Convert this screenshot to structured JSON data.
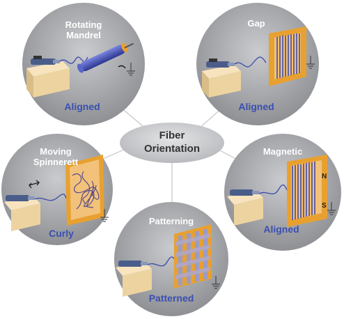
{
  "center": {
    "line1": "Fiber",
    "line2": "Orientation"
  },
  "panels": [
    {
      "title_line1": "Rotating",
      "title_line2": "Mandrel",
      "result": "Aligned"
    },
    {
      "title_line1": "Gap",
      "title_line2": "",
      "result": "Aligned"
    },
    {
      "title_line1": "Moving",
      "title_line2": "Spinnerett",
      "result": "Curly"
    },
    {
      "title_line1": "Magnetic",
      "title_line2": "",
      "result": "Aligned"
    },
    {
      "title_line1": "Patterning",
      "title_line2": "",
      "result": "Patterned"
    }
  ],
  "magnet_poles": {
    "north": "N",
    "south": "S"
  },
  "colors": {
    "panel_bg": "#a7a9ad",
    "result_text": "#3b4fb0",
    "collector": "#e8a030",
    "fiber": "#3d4aa8",
    "platform": "#f0d9a8"
  }
}
